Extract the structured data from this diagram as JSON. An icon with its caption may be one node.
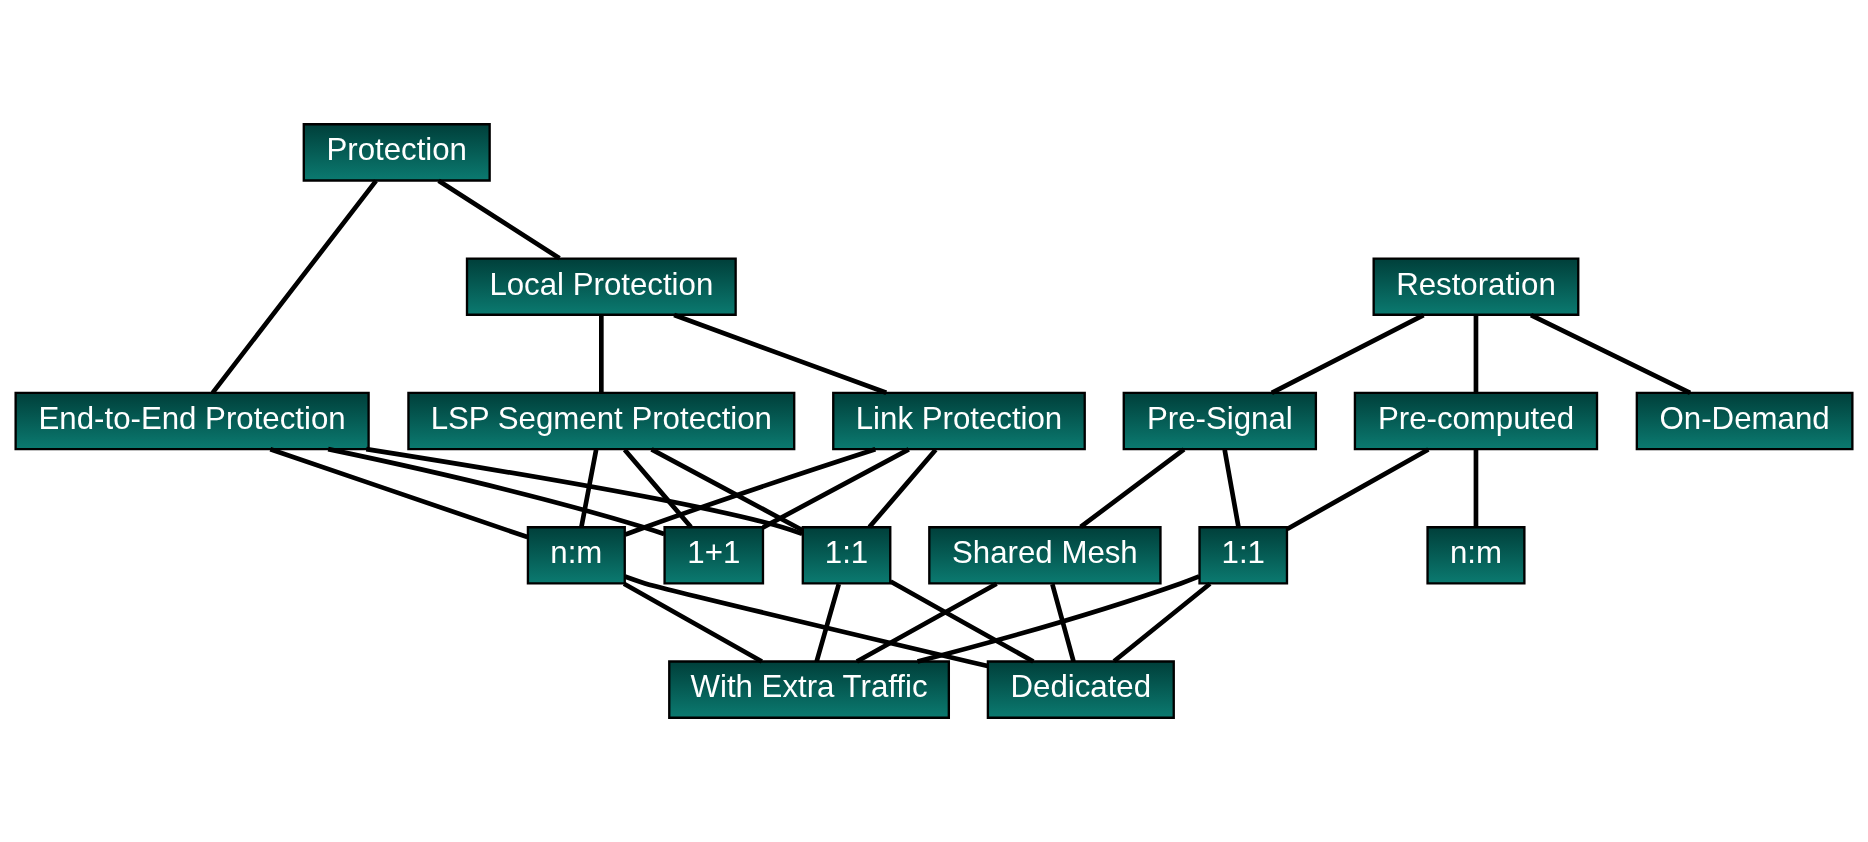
{
  "diagram": {
    "nodes": [
      {
        "text": [
          "Protection"
        ]
      },
      {
        "text": [
          "Restoration"
        ]
      },
      {
        "text": [
          "Local Protection"
        ]
      },
      {
        "text": [
          "On-Demand"
        ]
      },
      {
        "text": [
          "Pre-Signal"
        ]
      },
      {
        "text": [
          "Pre-computed"
        ]
      },
      {
        "text": [
          "Link Protection"
        ]
      },
      {
        "text": [
          "LSP Segment Protection"
        ]
      },
      {
        "text": [
          "End-to-End Protection"
        ]
      },
      {
        "text": [
          "Shared Mesh"
        ]
      },
      {
        "text": [
          "1:1"
        ]
      },
      {
        "text": [
          "n:m"
        ]
      },
      {
        "text": [
          "1+1"
        ]
      },
      {
        "text": [
          "1:1"
        ]
      },
      {
        "text": [
          "n:m"
        ]
      },
      {
        "text": [
          "With Extra Traffic"
        ]
      },
      {
        "text": [
          "Dedicated"
        ]
      }
    ],
    "edges": [
      {
        "from": 0,
        "to": 2,
        "arrow": "none"
      },
      {
        "from": 0,
        "to": 8,
        "arrow": "none"
      },
      {
        "from": 1,
        "to": 3,
        "arrow": "none"
      },
      {
        "from": 1,
        "to": 4,
        "arrow": "none"
      },
      {
        "from": 1,
        "to": 5,
        "arrow": "none"
      },
      {
        "from": 2,
        "to": 6,
        "arrow": "none"
      },
      {
        "from": 2,
        "to": 7,
        "arrow": "none"
      },
      {
        "from": 4,
        "to": 9,
        "arrow": "none"
      },
      {
        "from": 4,
        "to": 10,
        "arrow": "none"
      },
      {
        "from": 5,
        "to": 10,
        "arrow": "none"
      },
      {
        "from": 5,
        "to": 11,
        "arrow": "none"
      },
      {
        "from": 6,
        "to": 12,
        "arrow": "none"
      },
      {
        "from": 6,
        "to": 13,
        "arrow": "none"
      },
      {
        "from": 6,
        "to": 14,
        "arrow": "none"
      },
      {
        "from": 7,
        "to": 12,
        "arrow": "none"
      },
      {
        "from": 7,
        "to": 13,
        "arrow": "none"
      },
      {
        "from": 7,
        "to": 14,
        "arrow": "none"
      },
      {
        "from": 8,
        "to": 12,
        "arrow": "none"
      },
      {
        "from": 8,
        "to": 13,
        "arrow": "none"
      },
      {
        "from": 8,
        "to": 14,
        "arrow": "none"
      },
      {
        "from": 13,
        "to": 15,
        "arrow": "none"
      },
      {
        "from": 13,
        "to": 16,
        "arrow": "none"
      },
      {
        "from": 14,
        "to": 15,
        "arrow": "none"
      },
      {
        "from": 14,
        "to": 16,
        "arrow": "none"
      },
      {
        "from": 9,
        "to": 15,
        "arrow": "none"
      },
      {
        "from": 9,
        "to": 16,
        "arrow": "none"
      },
      {
        "from": 10,
        "to": 15,
        "arrow": "none"
      },
      {
        "from": 10,
        "to": 16,
        "arrow": "none"
      }
    ]
  }
}
